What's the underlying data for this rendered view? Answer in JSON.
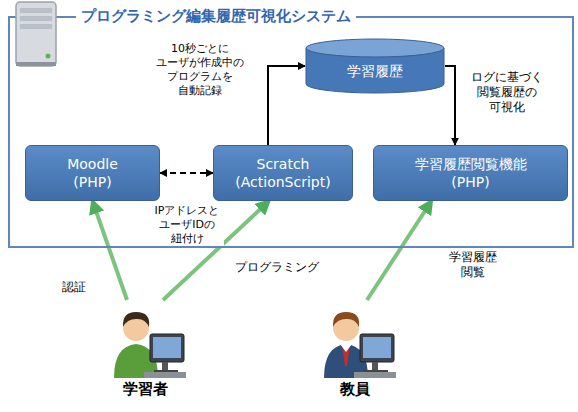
{
  "diagram": {
    "nodes": [
      {
        "text": [
          "プログラミング編集履歴可視化システム"
        ]
      },
      {
        "text": [
          "Moodle (PHP)"
        ],
        "in": 0
      },
      {
        "text": [
          "Scratch (ActionScript)"
        ],
        "in": 0
      },
      {
        "text": [
          "学習履歴"
        ],
        "in": 0
      },
      {
        "text": [
          "学習履歴閲覧機能 (PHP)"
        ],
        "in": 0
      },
      {
        "text": [
          "学習者"
        ]
      },
      {
        "text": [
          "教員"
        ]
      }
    ],
    "edges": [
      {
        "from": 1,
        "to": 2,
        "arrow": "both",
        "label": "IPアドレスと ユーザIDの 紐付け"
      },
      {
        "from": 2,
        "to": 3,
        "arrow": "to",
        "label": "10秒ごとに ユーザが作成中の プログラムを 自動記録"
      },
      {
        "from": 3,
        "to": 4,
        "arrow": "to",
        "label": "ログに基づく 閲覧履歴の 可視化"
      },
      {
        "from": 5,
        "to": 1,
        "arrow": "to",
        "label": "認証"
      },
      {
        "from": 5,
        "to": 2,
        "arrow": "to",
        "label": "プログラミング"
      },
      {
        "from": 6,
        "to": 4,
        "arrow": "to",
        "label": "学習履歴 閲覧"
      }
    ]
  }
}
